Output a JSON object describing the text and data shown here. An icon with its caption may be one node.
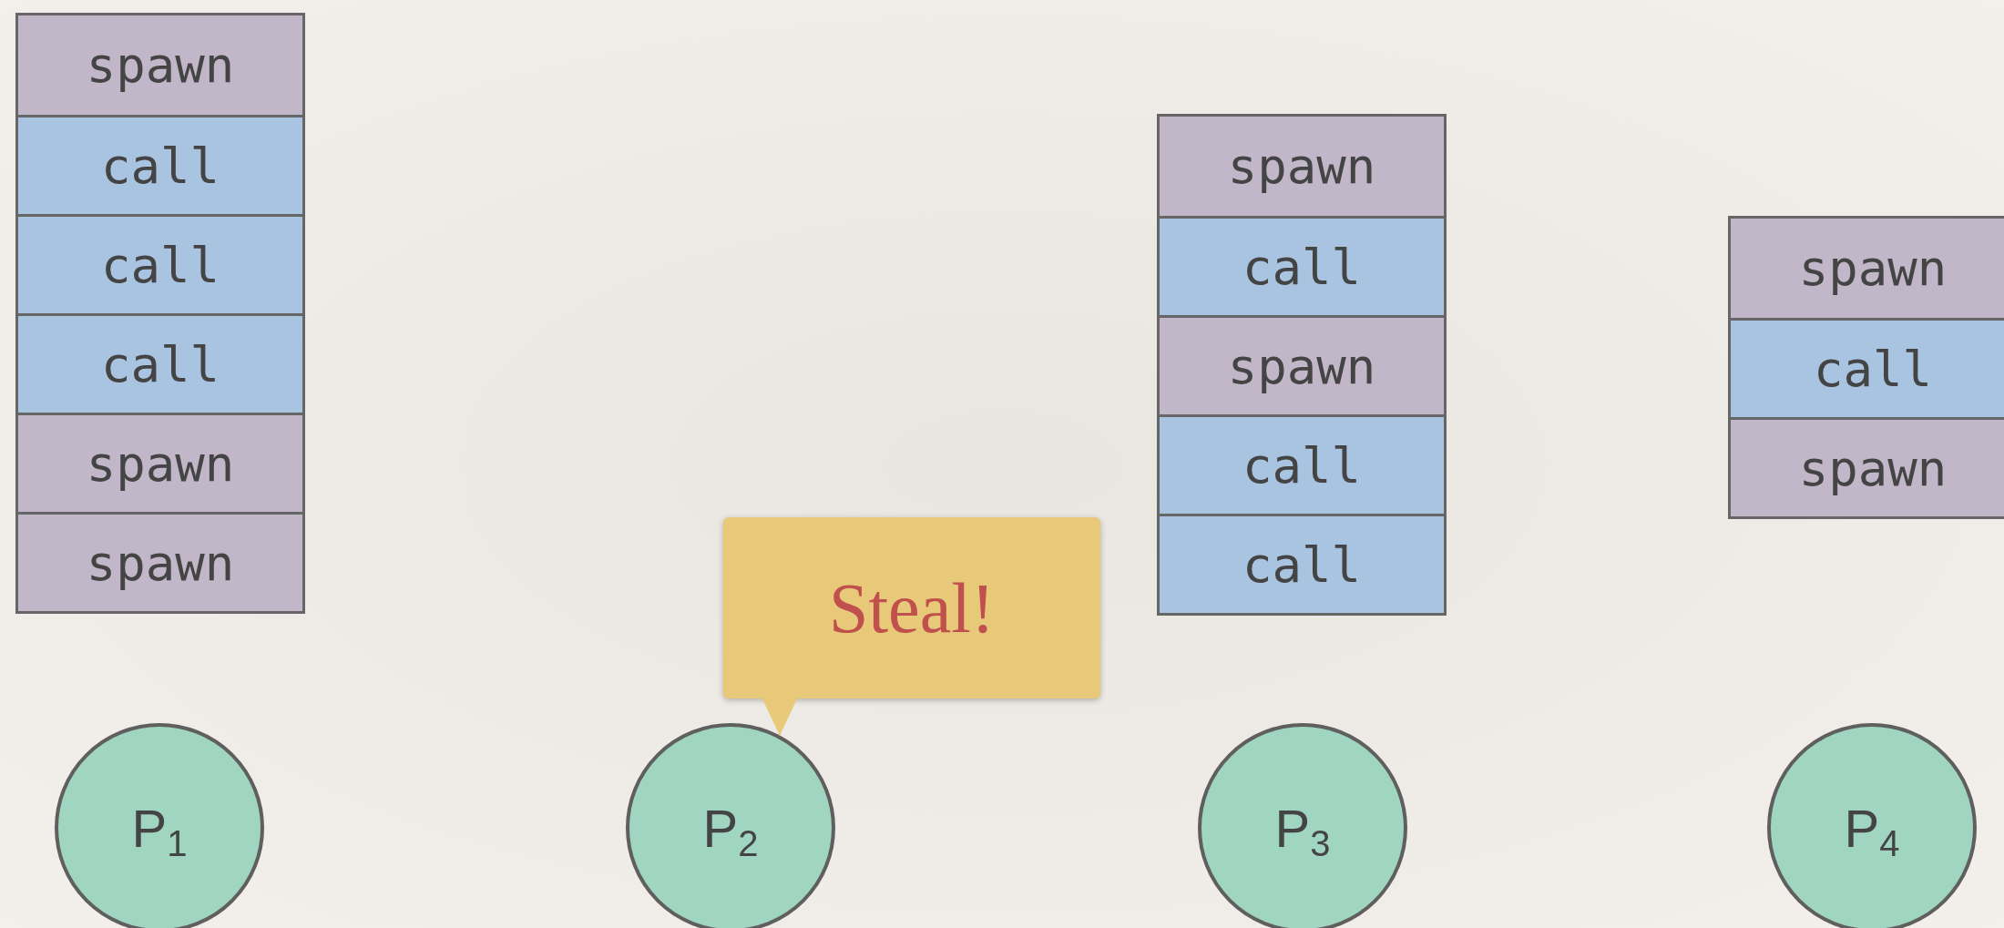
{
  "diagram": {
    "nodes": [
      {
        "text": [],
        "shape": "box"
      },
      {
        "text": [
          "spawn"
        ],
        "in": 0
      },
      {
        "text": [
          "call"
        ],
        "in": 0
      },
      {
        "text": [
          "call"
        ],
        "in": 0
      },
      {
        "text": [
          "call"
        ],
        "in": 0
      },
      {
        "text": [
          "spawn"
        ],
        "in": 0
      },
      {
        "text": [
          "spawn"
        ],
        "in": 0
      },
      {
        "text": [],
        "shape": "box"
      },
      {
        "text": [
          "spawn"
        ],
        "in": 7
      },
      {
        "text": [
          "call"
        ],
        "in": 7
      },
      {
        "text": [
          "spawn"
        ],
        "in": 7
      },
      {
        "text": [
          "call"
        ],
        "in": 7
      },
      {
        "text": [
          "call"
        ],
        "in": 7
      },
      {
        "text": [],
        "shape": "box"
      },
      {
        "text": [
          "spawn"
        ],
        "in": 13
      },
      {
        "text": [
          "call"
        ],
        "in": 13
      },
      {
        "text": [
          "spawn"
        ],
        "in": 13
      },
      {
        "text": [
          "Steal!"
        ]
      },
      {
        "text": [
          "P$_{1}$"
        ]
      },
      {
        "text": [
          "P$_{2}$"
        ]
      },
      {
        "text": [
          "P$_{3}$"
        ]
      },
      {
        "text": [
          "P$_{4}$"
        ]
      }
    ],
    "edges": [
      {
        "from": 17,
        "to": 19,
        "arrow": "to"
      }
    ]
  }
}
